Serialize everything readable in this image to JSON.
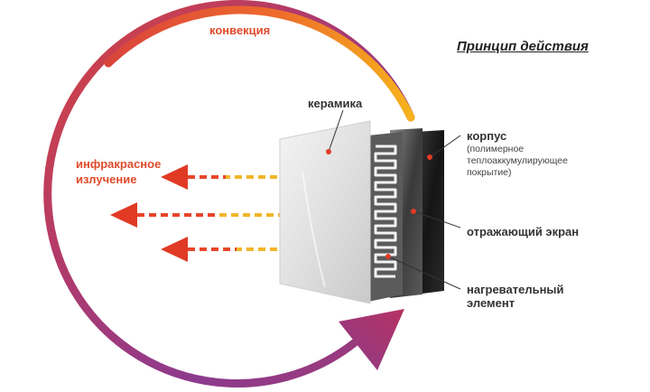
{
  "title": "Принцип действия",
  "labels": {
    "convection": "конвекция",
    "infrared_line1": "инфракрасное",
    "infrared_line2": "излучение",
    "ceramics": "керамика",
    "case": "корпус",
    "case_note_line1": "(полимерное",
    "case_note_line2": "теплоаккумулирующее",
    "case_note_line3": "покрытие)",
    "reflector": "отражающий экран",
    "heater_line1": "нагревательный",
    "heater_line2": "элемент"
  },
  "colors": {
    "arrow_red": "#e03a25",
    "arrow_dash": "#f1b52a",
    "arc_start": "#f6b21c",
    "arc_mid": "#e0443b",
    "arc_end": "#8a3a8c",
    "label_red": "#e04a2a",
    "label_dark": "#333333"
  },
  "icons": [
    "circular-arrow-icon",
    "infrared-arrow-icon"
  ]
}
